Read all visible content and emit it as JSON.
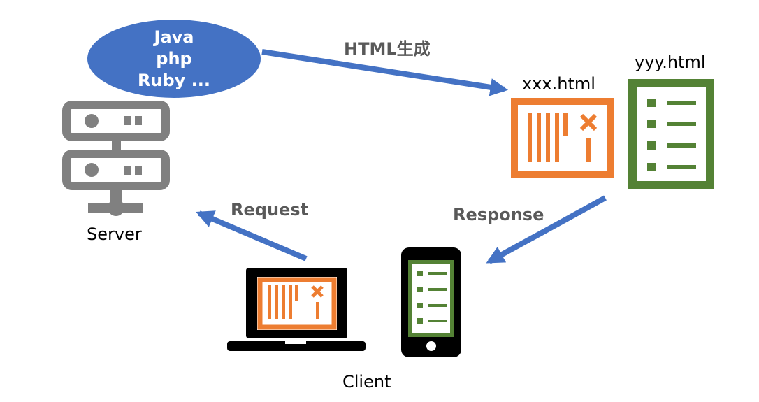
{
  "languages": [
    "Java",
    "php",
    "Ruby ..."
  ],
  "labels": {
    "html_gen": "HTML生成",
    "request": "Request",
    "response": "Response",
    "server": "Server",
    "client": "Client",
    "file_xxx": "xxx.html",
    "file_yyy": "yyy.html"
  },
  "colors": {
    "arrow": "#4472c4",
    "bubble": "#4472c4",
    "server": "#808080",
    "orange": "#ed7d31",
    "green": "#548235",
    "device": "#000000"
  },
  "icons": [
    "server-icon",
    "document-icon",
    "list-document-icon",
    "laptop-icon",
    "smartphone-icon"
  ]
}
